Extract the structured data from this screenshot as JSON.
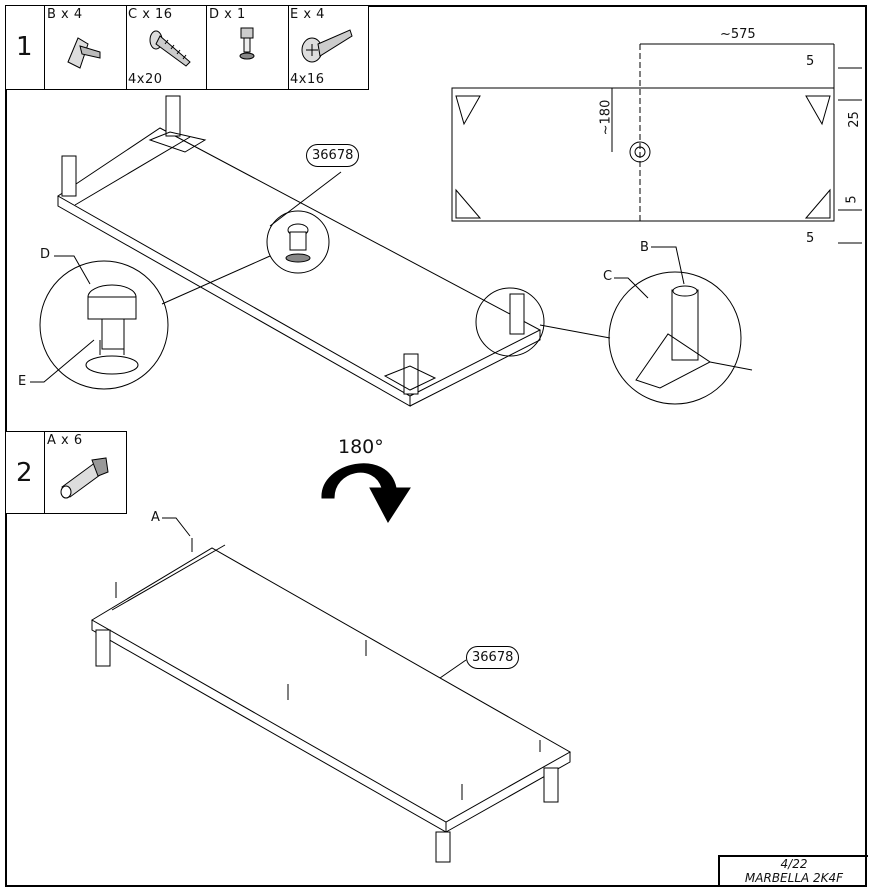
{
  "step1": {
    "number": "1",
    "parts": [
      {
        "letter_qty": "B x 4",
        "size": ""
      },
      {
        "letter_qty": "C x 16",
        "size": "4x20"
      },
      {
        "letter_qty": "D x 1",
        "size": ""
      },
      {
        "letter_qty": "E x 4",
        "size": "4x16"
      }
    ]
  },
  "step2": {
    "number": "2",
    "parts": [
      {
        "letter_qty": "A x 6"
      }
    ]
  },
  "part_code": "36678",
  "rotation_label": "180°",
  "letters": {
    "A": "A",
    "B": "B",
    "C": "C",
    "D": "D",
    "E": "E"
  },
  "dimensions": {
    "width_575": "~575",
    "offset_180": "~180",
    "edge_5_top": "5",
    "edge_25": "25",
    "edge_5_right": "5",
    "edge_5_bottom": "5"
  },
  "footer": {
    "page": "4/22",
    "model": "MARBELLA 2K4F"
  }
}
